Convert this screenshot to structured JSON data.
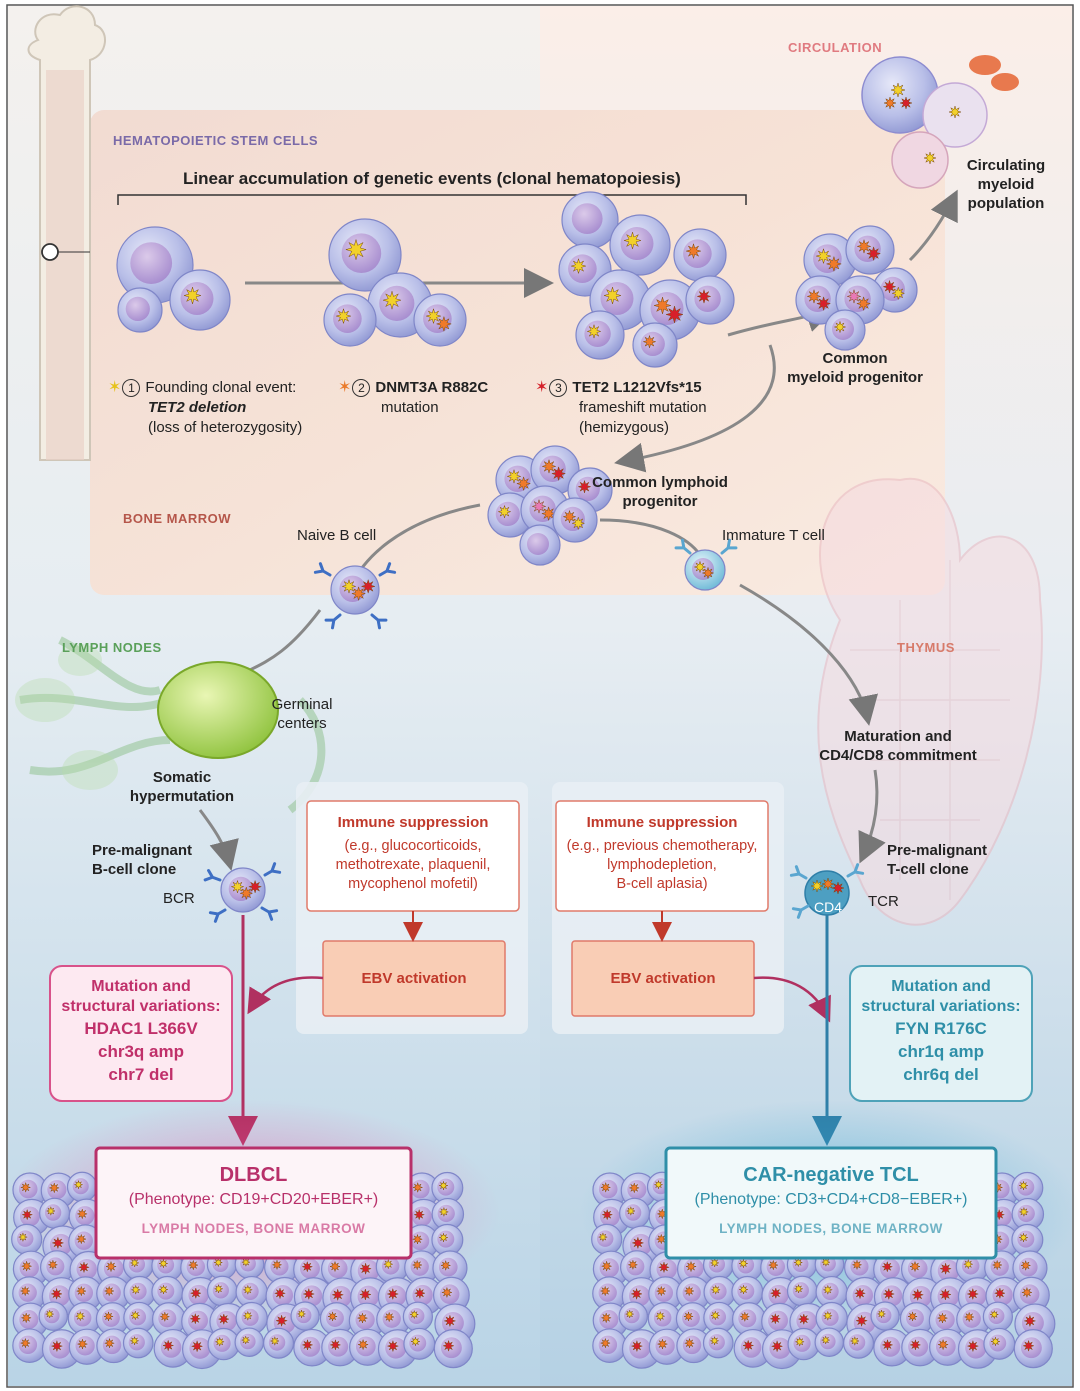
{
  "regions": {
    "circulation": "CIRCULATION",
    "hsc": "HEMATOPOIETIC STEM CELLS",
    "bone_marrow": "BONE MARROW",
    "lymph_nodes": "LYMPH NODES",
    "thymus": "THYMUS"
  },
  "header": {
    "linear_title": "Linear accumulation of genetic events (clonal hematopoiesis)"
  },
  "events": [
    {
      "number": "1",
      "line1": "Founding clonal event:",
      "line2": "TET2 deletion",
      "line3": "(loss of heterozygosity)"
    },
    {
      "number": "2",
      "line1": "DNMT3A R882C",
      "line2": "mutation"
    },
    {
      "number": "3",
      "line1": "TET2 L1212Vfs*15",
      "line2": "frameshift mutation",
      "line3": "(hemizygous)"
    }
  ],
  "cells": {
    "circulating": [
      "Circulating",
      "myeloid",
      "population"
    ],
    "cmp": [
      "Common",
      "myeloid progenitor"
    ],
    "clp": [
      "Common lymphoid",
      "progenitor"
    ],
    "naive_b": "Naive B cell",
    "immature_t": "Immature T cell",
    "germinal": [
      "Germinal",
      "centers"
    ],
    "somatic": [
      "Somatic",
      "hypermutation"
    ],
    "maturation": [
      "Maturation and",
      "CD4/CD8 commitment"
    ],
    "pre_b": [
      "Pre-malignant",
      "B-cell clone"
    ],
    "pre_t": [
      "Pre-malignant",
      "T-cell clone"
    ],
    "bcr": "BCR",
    "tcr": "TCR",
    "cd4": "CD4"
  },
  "immune_left": {
    "title": "Immune suppression",
    "lines": [
      "(e.g., glucocorticoids,",
      "methotrexate, plaquenil,",
      "mycophenol mofetil)"
    ],
    "ebv": "EBV activation"
  },
  "immune_right": {
    "title": "Immune suppression",
    "lines": [
      "(e.g., previous chemotherapy,",
      "lymphodepletion,",
      "B-cell aplasia)"
    ],
    "ebv": "EBV activation"
  },
  "mutations_left": {
    "title": [
      "Mutation and",
      "structural variations:"
    ],
    "items": [
      "HDAC1 L366V",
      "chr3q amp",
      "chr7 del"
    ]
  },
  "mutations_right": {
    "title": [
      "Mutation and",
      "structural variations:"
    ],
    "items": [
      "FYN R176C",
      "chr1q amp",
      "chr6q del"
    ]
  },
  "result_left": {
    "title": "DLBCL",
    "phenotype": "(Phenotype: CD19+CD20+EBER+)",
    "location": "LYMPH NODES, BONE MARROW"
  },
  "result_right": {
    "title": "CAR-negative TCL",
    "phenotype": "(Phenotype: CD3+CD4+CD8−EBER+)",
    "location": "LYMPH NODES, BONE MARROW"
  },
  "colors": {
    "left_accent": "#c0306a",
    "right_accent": "#2f8fa8",
    "immune_text": "#c0392b",
    "bone_marrow_label": "#b5564a",
    "lymph_label": "#5aa05a",
    "thymus_label": "#d77a6a",
    "circulation_label": "#e07a80",
    "hsc_label": "#7a6aa8"
  }
}
